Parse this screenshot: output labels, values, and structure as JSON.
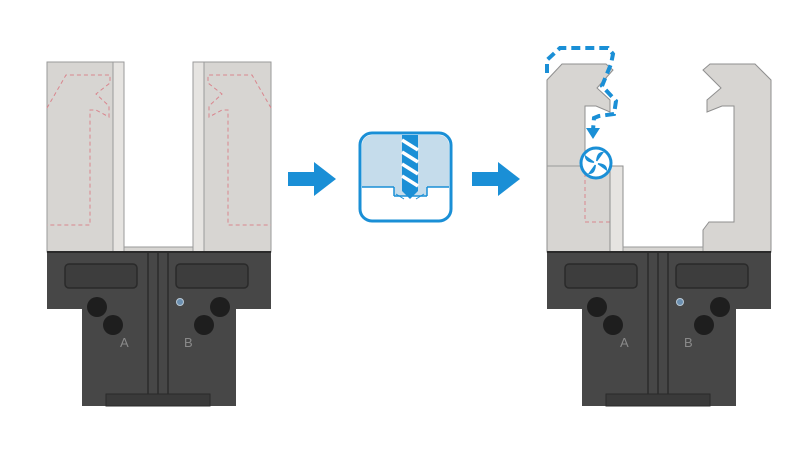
{
  "colors": {
    "jaw_fill": "#d7d5d2",
    "jaw_stroke": "#8f8f8f",
    "jaw_outline_red": "#d9868e",
    "body_dark": "#3f3f3f",
    "body_mid": "#4a4a4a",
    "button": "#1f1f1f",
    "accent_blue": "#1a8fd6",
    "icon_bg": "#c5dceb",
    "label": "#8a8a8a"
  },
  "left_gripper": {
    "label_a": "A",
    "label_b": "B"
  },
  "right_gripper": {
    "label_a": "A",
    "label_b": "B"
  },
  "process_icon": "drill-icon",
  "arrow_icon": "arrow-right-icon",
  "tool_icon": "milling-cutter-icon"
}
